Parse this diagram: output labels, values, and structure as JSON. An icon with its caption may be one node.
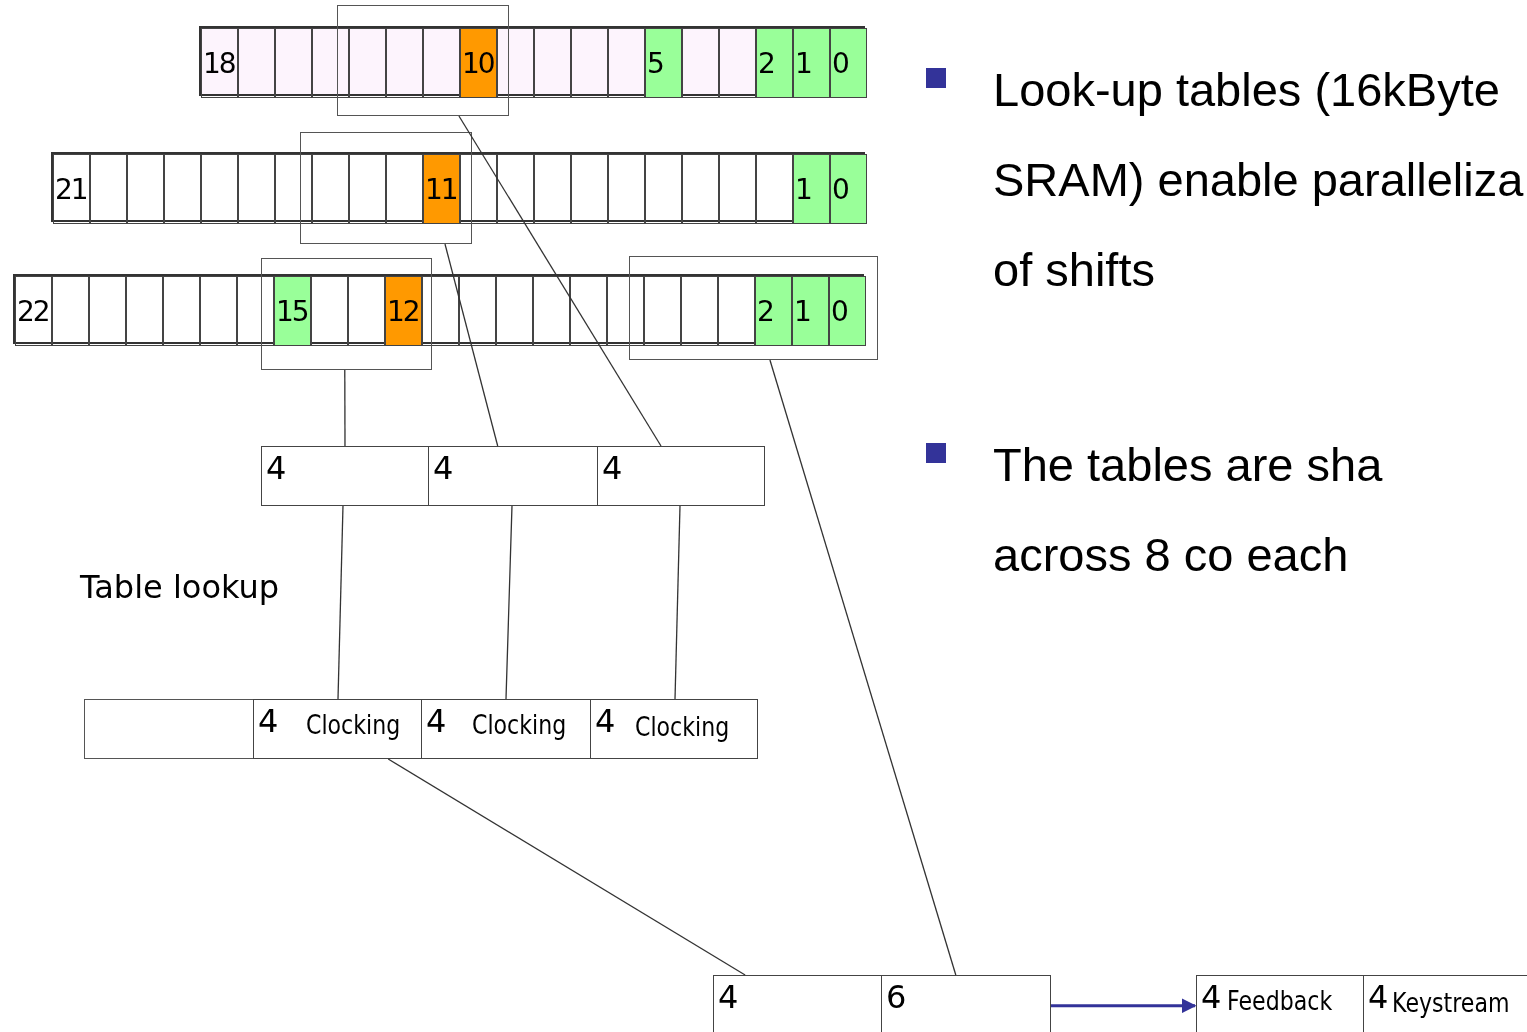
{
  "diagram": {
    "nodes": [
      {
        "text": [],
        "shape": "bar"
      },
      {
        "text": [
          "18"
        ],
        "in": 0
      },
      {
        "text": [],
        "shape": "box"
      },
      {
        "text": [
          "10"
        ]
      },
      {
        "text": [
          "5"
        ],
        "in": 0
      },
      {
        "text": [
          "2"
        ],
        "in": 0
      },
      {
        "text": [
          "1"
        ],
        "in": 0
      },
      {
        "text": [
          "0"
        ],
        "in": 0
      },
      {
        "text": [],
        "shape": "bar"
      },
      {
        "text": [
          "21"
        ],
        "in": 8
      },
      {
        "text": [],
        "shape": "box"
      },
      {
        "text": [
          "11"
        ]
      },
      {
        "text": [
          "1"
        ],
        "in": 8
      },
      {
        "text": [
          "0"
        ],
        "in": 8
      },
      {
        "text": [],
        "shape": "bar"
      },
      {
        "text": [
          "22"
        ],
        "in": 14
      },
      {
        "text": [],
        "shape": "box"
      },
      {
        "text": [
          "15"
        ]
      },
      {
        "text": [
          "12"
        ]
      },
      {
        "text": [],
        "shape": "box"
      },
      {
        "text": [
          "2"
        ]
      },
      {
        "text": [
          "1"
        ]
      },
      {
        "text": [
          "0"
        ]
      },
      {
        "text": [
          "4"
        ]
      },
      {
        "text": [
          "4"
        ]
      },
      {
        "text": [
          "4"
        ]
      },
      {
        "text": [],
        "shape": "box"
      },
      {
        "text": [
          "4",
          "Clocking"
        ]
      },
      {
        "text": [
          "4",
          "Clocking"
        ]
      },
      {
        "text": [
          "4",
          "Clocking"
        ]
      },
      {
        "text": [
          "4"
        ]
      },
      {
        "text": [
          "6"
        ]
      },
      {
        "text": [
          "4",
          "Feedback"
        ]
      },
      {
        "text": [
          "4",
          "Keystream"
        ]
      }
    ],
    "edges": [
      {
        "from": 16,
        "to": 23,
        "arrow": "none"
      },
      {
        "from": 10,
        "to": 24,
        "arrow": "none"
      },
      {
        "from": 2,
        "to": 25,
        "arrow": "none"
      },
      {
        "from": 23,
        "to": 27,
        "arrow": "none"
      },
      {
        "from": 24,
        "to": 28,
        "arrow": "none"
      },
      {
        "from": 25,
        "to": 29,
        "arrow": "none"
      },
      {
        "from": 27,
        "to": 30,
        "arrow": "none"
      },
      {
        "from": 19,
        "to": 31,
        "arrow": "none"
      },
      {
        "from": 31,
        "to": 32,
        "arrow": "to",
        "color": "#333399"
      }
    ],
    "labels": [
      "Table lookup",
      "Look-up tables (16kByte SRAM) enable paralleliza of shifts",
      "The tables are sha across 8 co each"
    ]
  }
}
